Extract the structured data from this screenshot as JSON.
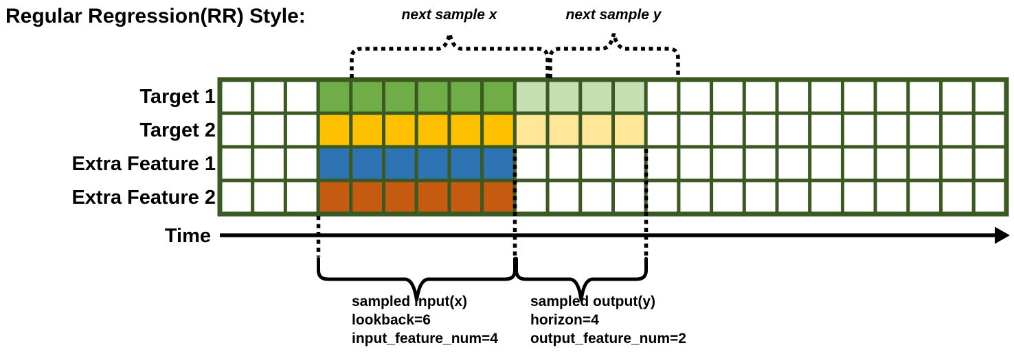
{
  "title": "Regular Regression(RR) Style:",
  "colors": {
    "grid_border": "#3b5a23",
    "empty_cell": "#ffffff",
    "target1_input": "#70ad47",
    "target1_output": "#c6e0b4",
    "target2_input": "#ffc000",
    "target2_output": "#ffe699",
    "extra_feature1_input": "#2e74b5",
    "extra_feature2_input": "#c55a11",
    "line": "#000000"
  },
  "grid": {
    "total_columns": 24,
    "white_cols_before": 3,
    "lookback": 6,
    "horizon": 4,
    "input_feature_num": 4,
    "output_feature_num": 2,
    "rows_spec": [
      {
        "label": "Target 1",
        "input_color": "#70ad47",
        "output_color": "#c6e0b4"
      },
      {
        "label": "Target 2",
        "input_color": "#ffc000",
        "output_color": "#ffe699"
      },
      {
        "label": "Extra Feature 1",
        "input_color": "#2e74b5",
        "output_color": null
      },
      {
        "label": "Extra Feature 2",
        "input_color": "#c55a11",
        "output_color": null
      }
    ]
  },
  "annotations": {
    "next_sample_x": "next sample x",
    "next_sample_y": "next sample y",
    "time_label": "Time",
    "input_block": [
      "sampled input(x)",
      "lookback=6",
      "input_feature_num=4"
    ],
    "output_block": [
      "sampled output(y)",
      "horizon=4",
      "output_feature_num=2"
    ]
  }
}
